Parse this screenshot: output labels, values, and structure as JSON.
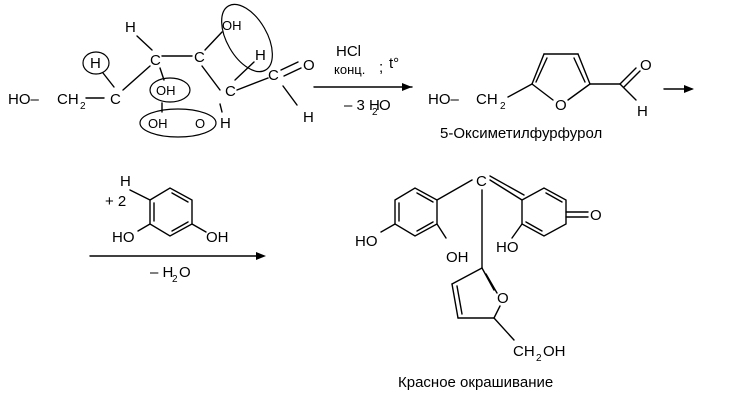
{
  "reagents_1": {
    "acid": "HCl",
    "acid_note": "конц.",
    "separator": ";",
    "temperature": "t°",
    "water_loss": "– 3 H",
    "water_sub": "2",
    "water_tail": "O"
  },
  "product_1_name": "5-Оксиметилфурфурол",
  "reagents_2": {
    "multiplier": "+ 2",
    "water_loss": "– H",
    "water_sub": "2",
    "water_tail": "O"
  },
  "final_caption": "Красное окрашивание",
  "atoms": {
    "H": "H",
    "OH": "OH",
    "HO": "HO",
    "O": "O",
    "HO_dash": "HO–",
    "CH2": "CH",
    "CH2_sub": "2",
    "CH2OH_tail": "OH"
  }
}
